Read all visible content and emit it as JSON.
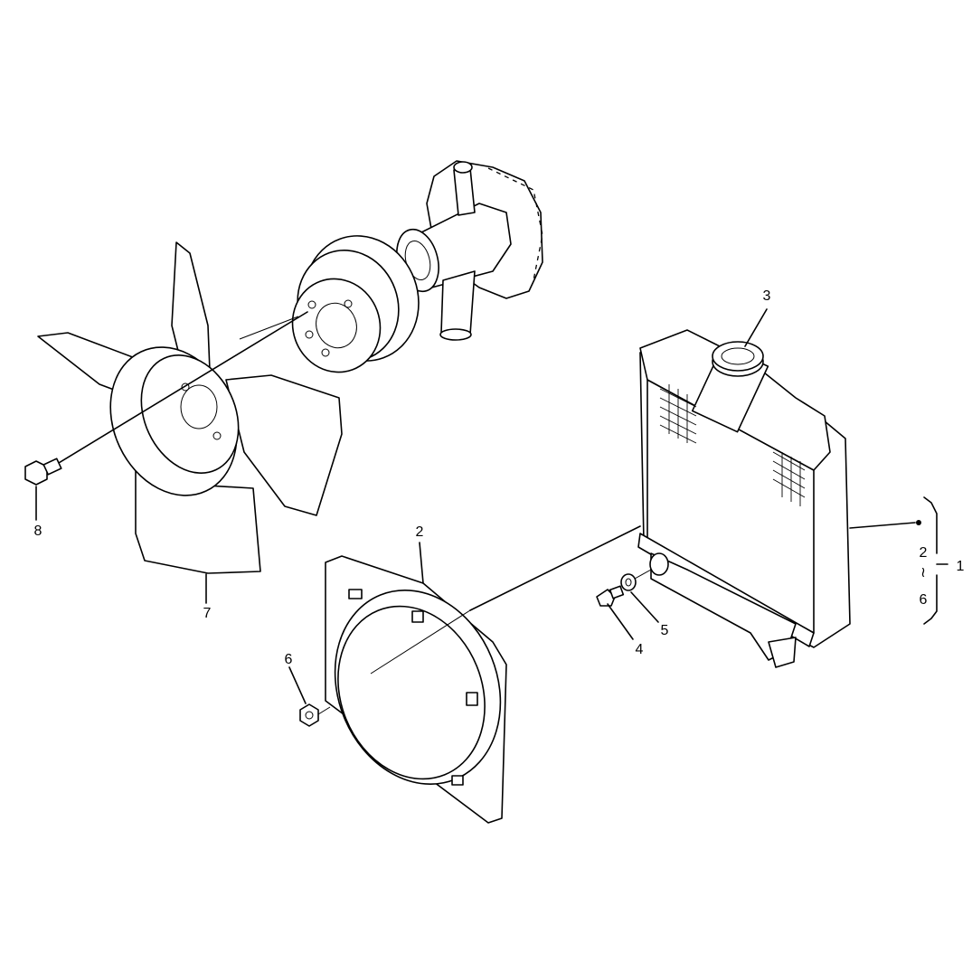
{
  "callouts": {
    "radiator_assembly": "1",
    "fan_shroud": "2",
    "radiator_cap": "3",
    "drain_cock": "4",
    "drain_washer": "5",
    "shroud_nut": "6",
    "fan": "7",
    "fan_bolt": "8"
  },
  "set_bracket": {
    "top": "2",
    "range_mark": "≀",
    "bottom": "6",
    "assembly": "1"
  }
}
